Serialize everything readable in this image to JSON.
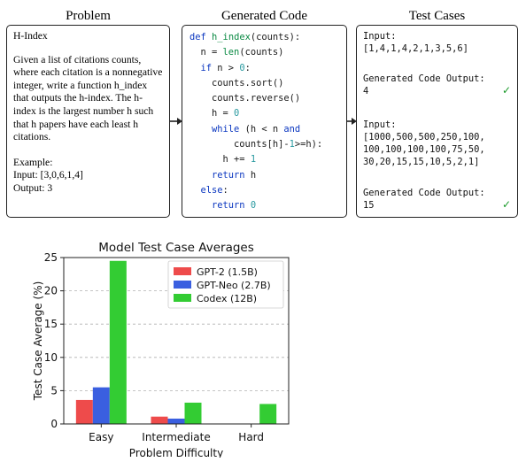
{
  "panels": {
    "problem_title": "Problem",
    "code_title": "Generated Code",
    "tests_title": "Test Cases"
  },
  "problem": {
    "heading": "H-Index",
    "body": "Given a list of citations counts, where each citation is a nonnegative integer, write a function h_index that outputs the h-index. The h-index is the largest number h such that h papers have each least h citations.",
    "example_label": "Example:",
    "input_line": "Input: [3,0,6,1,4]",
    "output_line": "Output: 3"
  },
  "code": {
    "lines": [
      "def h_index(counts):",
      "  n = len(counts)",
      "  if n > 0:",
      "    counts.sort()",
      "    counts.reverse()",
      "    h = 0",
      "    while (h < n and",
      "        counts[h]-1>=h):",
      "      h += 1",
      "    return h",
      "  else:",
      "    return 0"
    ]
  },
  "tests": {
    "input_label_1": "Input:",
    "input_value_1": "[1,4,1,4,2,1,3,5,6]",
    "output_label_1": "Generated Code Output:",
    "output_value_1": "4",
    "input_label_2": "Input:",
    "input_value_2_lines": [
      "[1000,500,500,250,100,",
      "100,100,100,100,75,50,",
      "30,20,15,15,10,5,2,1]"
    ],
    "output_label_2": "Generated Code Output:",
    "output_value_2": "15",
    "check_icon": "check-icon",
    "check_color": "#1a9a2a"
  },
  "chart_data": {
    "type": "bar",
    "title": "Model Test Case Averages",
    "xlabel": "Problem Difficulty",
    "ylabel": "Test Case Average (%)",
    "categories": [
      "Easy",
      "Intermediate",
      "Hard"
    ],
    "ylim": [
      0,
      25
    ],
    "yticks": [
      0,
      5,
      10,
      15,
      20,
      25
    ],
    "grid": "horizontal dashed",
    "legend_position": "top-right",
    "series": [
      {
        "name": "GPT-2 (1.5B)",
        "color": "#ee4b4b",
        "values": [
          3.6,
          1.1,
          0.0
        ]
      },
      {
        "name": "GPT-Neo (2.7B)",
        "color": "#3a5fe0",
        "values": [
          5.5,
          0.8,
          0.0
        ]
      },
      {
        "name": "Codex (12B)",
        "color": "#33cc33",
        "values": [
          24.5,
          3.2,
          3.0
        ]
      }
    ]
  }
}
